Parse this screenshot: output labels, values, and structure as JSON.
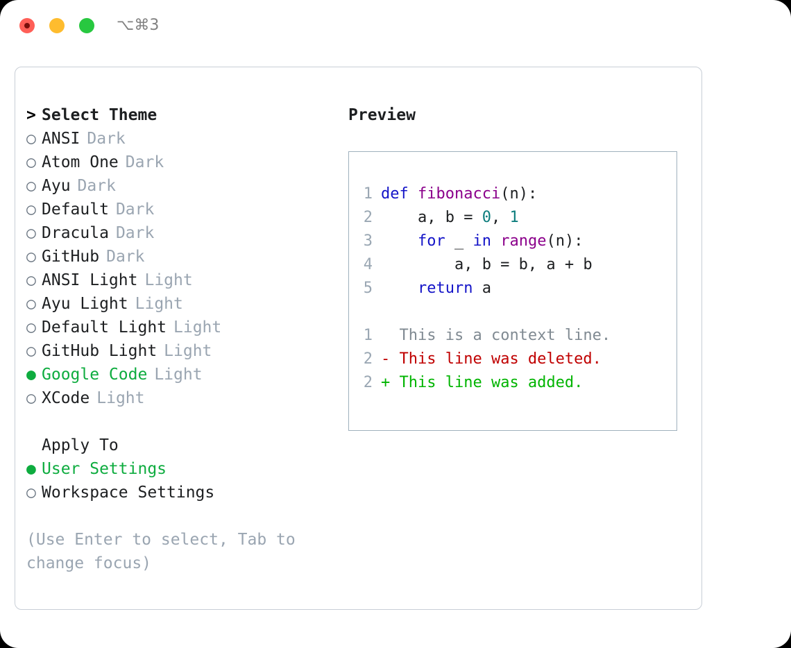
{
  "titlebar": {
    "shortcut": "⌥⌘3",
    "lights": [
      "close",
      "minimize",
      "maximize"
    ]
  },
  "colors": {
    "accent_green": "#0eac3f",
    "muted": "#9aa5b1",
    "text": "#1d1f21",
    "keyword": "#1414c8",
    "function": "#8b008b",
    "number": "#0d7d7d",
    "diff_delete": "#c00000",
    "diff_add": "#00b400",
    "line_number": "#9aa7b3",
    "panel_border": "#c8ced6",
    "code_border": "#9fb0bd"
  },
  "left": {
    "header": {
      "marker": ">",
      "label": "Select Theme"
    },
    "themes": [
      {
        "marker": "○",
        "name": "ANSI",
        "variant": "Dark",
        "selected": false
      },
      {
        "marker": "○",
        "name": "Atom One",
        "variant": "Dark",
        "selected": false
      },
      {
        "marker": "○",
        "name": "Ayu",
        "variant": "Dark",
        "selected": false
      },
      {
        "marker": "○",
        "name": "Default",
        "variant": "Dark",
        "selected": false
      },
      {
        "marker": "○",
        "name": "Dracula",
        "variant": "Dark",
        "selected": false
      },
      {
        "marker": "○",
        "name": "GitHub",
        "variant": "Dark",
        "selected": false
      },
      {
        "marker": "○",
        "name": "ANSI Light",
        "variant": "Light",
        "selected": false
      },
      {
        "marker": "○",
        "name": "Ayu Light",
        "variant": "Light",
        "selected": false
      },
      {
        "marker": "○",
        "name": "Default Light",
        "variant": "Light",
        "selected": false
      },
      {
        "marker": "○",
        "name": "GitHub Light",
        "variant": "Light",
        "selected": false
      },
      {
        "marker": "●",
        "name": "Google Code",
        "variant": "Light",
        "selected": true
      },
      {
        "marker": "○",
        "name": "XCode",
        "variant": "Light",
        "selected": false
      }
    ],
    "apply_to": {
      "label": "Apply To",
      "options": [
        {
          "marker": "●",
          "name": "User Settings",
          "selected": true
        },
        {
          "marker": "○",
          "name": "Workspace Settings",
          "selected": false
        }
      ]
    },
    "hint": "(Use Enter to select, Tab to change focus)"
  },
  "right": {
    "preview_title": "Preview",
    "code_lines": [
      {
        "number": "1",
        "tokens": [
          {
            "text": "def ",
            "type": "kw"
          },
          {
            "text": "fibonacci",
            "type": "fn"
          },
          {
            "text": "(n):",
            "type": "plain"
          }
        ]
      },
      {
        "number": "2",
        "tokens": [
          {
            "text": "    a, b = ",
            "type": "plain"
          },
          {
            "text": "0",
            "type": "num"
          },
          {
            "text": ", ",
            "type": "plain"
          },
          {
            "text": "1",
            "type": "num"
          }
        ]
      },
      {
        "number": "3",
        "tokens": [
          {
            "text": "    ",
            "type": "plain"
          },
          {
            "text": "for",
            "type": "kw"
          },
          {
            "text": " _ ",
            "type": "plain"
          },
          {
            "text": "in",
            "type": "kw"
          },
          {
            "text": " ",
            "type": "plain"
          },
          {
            "text": "range",
            "type": "fn"
          },
          {
            "text": "(n):",
            "type": "plain"
          }
        ]
      },
      {
        "number": "4",
        "tokens": [
          {
            "text": "        a, b = b, a + b",
            "type": "plain"
          }
        ]
      },
      {
        "number": "5",
        "tokens": [
          {
            "text": "    ",
            "type": "plain"
          },
          {
            "text": "return",
            "type": "kw"
          },
          {
            "text": " a",
            "type": "plain"
          }
        ]
      }
    ],
    "diff_lines": [
      {
        "number": "1",
        "prefix": "  ",
        "text": "This is a context line.",
        "type": "ctx"
      },
      {
        "number": "2",
        "prefix": "- ",
        "text": "This line was deleted.",
        "type": "del"
      },
      {
        "number": "2",
        "prefix": "+ ",
        "text": "This line was added.",
        "type": "add"
      }
    ]
  }
}
